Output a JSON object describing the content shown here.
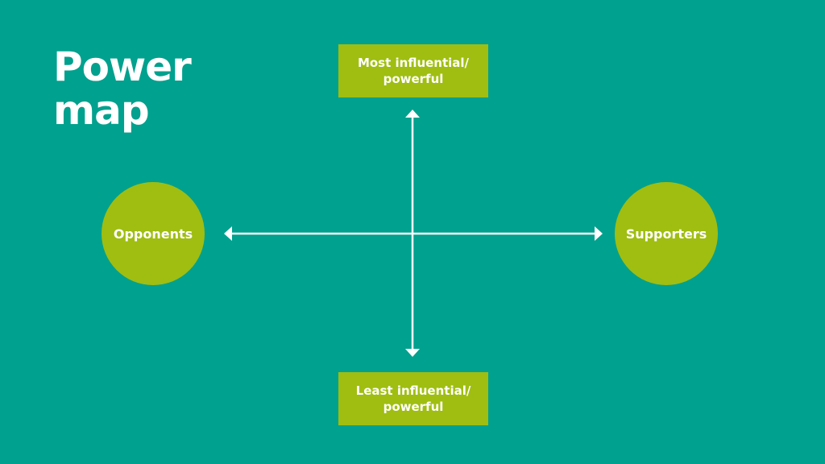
{
  "title": {
    "line1": "Power",
    "line2": "map"
  },
  "top_box": {
    "line1": "Most influential/",
    "line2": "powerful"
  },
  "bottom_box": {
    "line1": "Least influential/",
    "line2": "powerful"
  },
  "left_circle": {
    "label": "Opponents"
  },
  "right_circle": {
    "label": "Supporters"
  },
  "colors": {
    "background": "#00a18e",
    "accent": "#9fbe11",
    "text": "#ffffff",
    "arrow": "#ffffff"
  }
}
